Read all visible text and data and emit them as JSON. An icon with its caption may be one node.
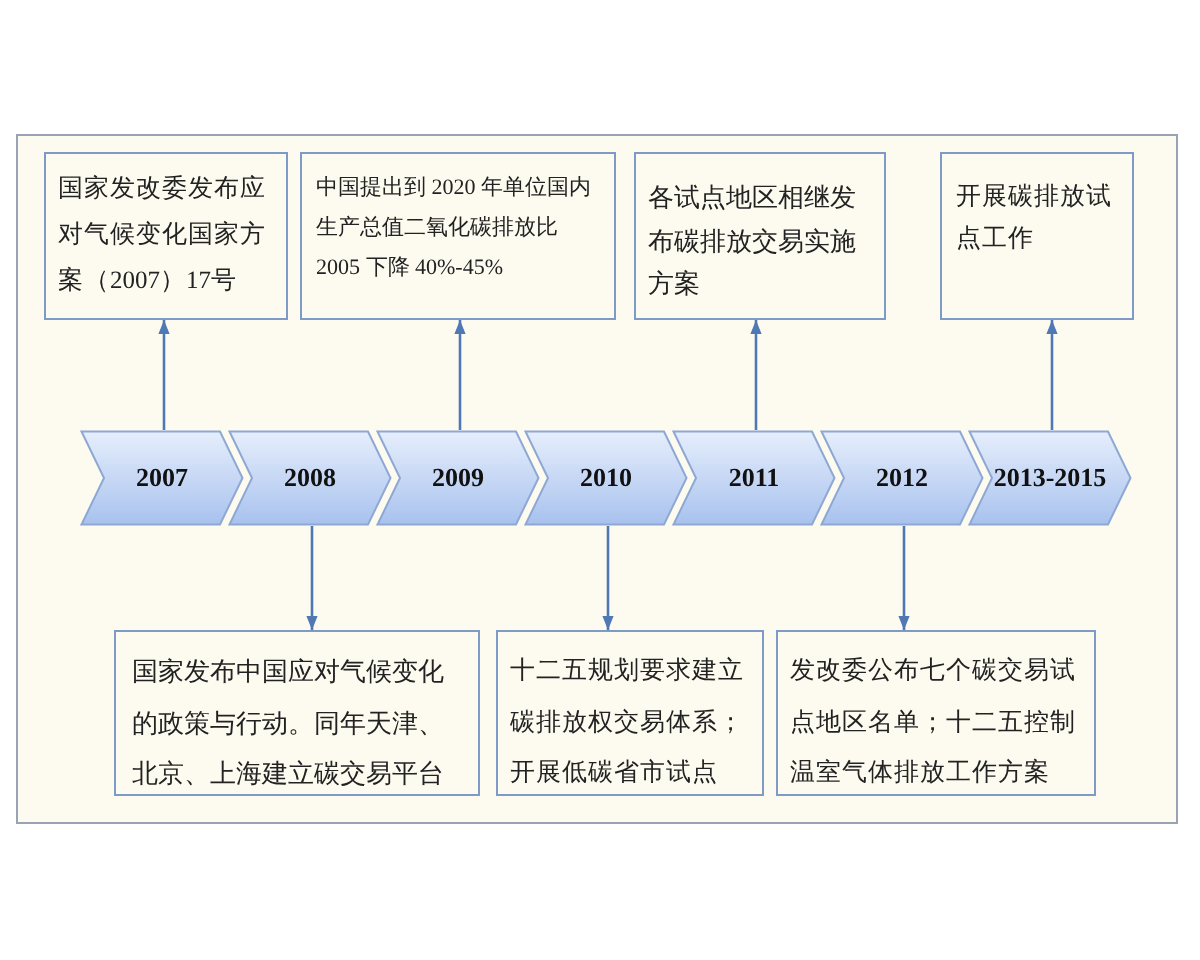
{
  "diagram": {
    "nodes": [
      {
        "text": [
          "国家发改委发布应对气候变化国家方案（2007）17号"
        ]
      },
      {
        "text": [
          "中国提出到 2020 年单位国内生产总值二氧化碳排放比 2005 下降 40%-45%"
        ]
      },
      {
        "text": [
          "各试点地区相继发布碳排放交易实施方案"
        ]
      },
      {
        "text": [
          "开展碳排放试点工作"
        ]
      },
      {
        "text": [
          "2007"
        ]
      },
      {
        "text": [
          "2008"
        ]
      },
      {
        "text": [
          "2009"
        ]
      },
      {
        "text": [
          "2010"
        ]
      },
      {
        "text": [
          "2011"
        ]
      },
      {
        "text": [
          "2012"
        ]
      },
      {
        "text": [
          "2013-2015"
        ]
      },
      {
        "text": [
          "国家发布中国应对气候变化的政策与行动。同年天津、北京、上海建立碳交易平台"
        ]
      },
      {
        "text": [
          "十二五规划要求建立碳排放权交易体系；开展低碳省市试点"
        ]
      },
      {
        "text": [
          "发改委公布七个碳交易试点地区名单；十二五控制温室气体排放工作方案"
        ]
      }
    ],
    "edges": [
      {
        "from": 4,
        "to": 0,
        "arrow": "to"
      },
      {
        "from": 5,
        "to": 11,
        "arrow": "to"
      },
      {
        "from": 6,
        "to": 1,
        "arrow": "to"
      },
      {
        "from": 7,
        "to": 12,
        "arrow": "to"
      },
      {
        "from": 8,
        "to": 2,
        "arrow": "to"
      },
      {
        "from": 9,
        "to": 13,
        "arrow": "to"
      },
      {
        "from": 10,
        "to": 3,
        "arrow": "to"
      }
    ]
  }
}
